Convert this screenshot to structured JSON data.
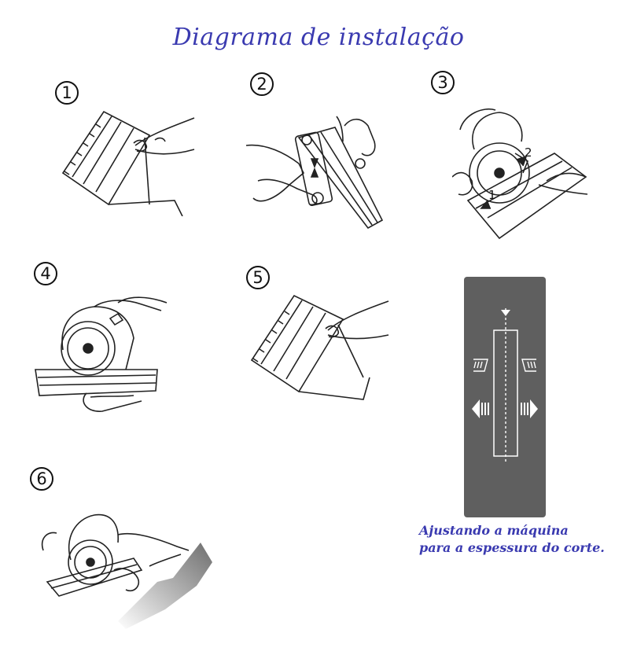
{
  "title": "Diagrama de instalação",
  "steps": [
    {
      "number": "1",
      "illustration": "guide-rail-icon"
    },
    {
      "number": "2",
      "illustration": "rail-slider-icon"
    },
    {
      "number": "3",
      "illustration": "saw-mounting-icon"
    },
    {
      "number": "4",
      "illustration": "saw-on-rail-icon"
    },
    {
      "number": "5",
      "illustration": "guide-rail-icon"
    },
    {
      "number": "6",
      "illustration": "saw-cutting-icon"
    }
  ],
  "step3_labels": {
    "a": "1",
    "b": "2"
  },
  "adjustment_panel": {
    "icon": "thickness-adjust-icon",
    "color": "#5f5f5f"
  },
  "caption": {
    "line1": "Ajustando a máquina",
    "line2": "para a espessura do corte."
  },
  "colors": {
    "title": "#3a3ab0",
    "caption": "#3a3ab0",
    "panel": "#5f5f5f"
  }
}
